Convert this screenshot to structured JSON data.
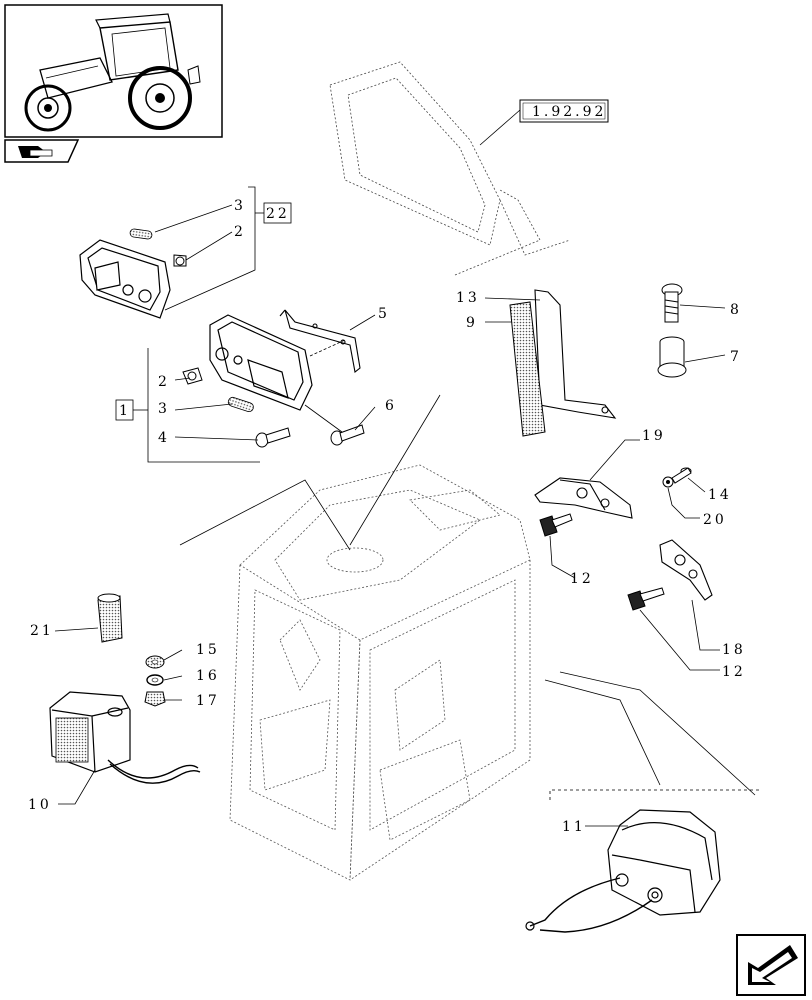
{
  "reference_box": "1.92.92",
  "callouts": {
    "c1": "1",
    "c2a": "2",
    "c2b": "2",
    "c3a": "3",
    "c3b": "3",
    "c4": "4",
    "c5": "5",
    "c6": "6",
    "c7": "7",
    "c8": "8",
    "c9": "9",
    "c10": "10",
    "c11": "11",
    "c12a": "12",
    "c12b": "12",
    "c13": "13",
    "c14": "14",
    "c15": "15",
    "c16": "16",
    "c17": "17",
    "c18": "18",
    "c19": "19",
    "c20": "20",
    "c21": "21",
    "c22": "22"
  },
  "icons": {
    "thumbnail": "tractor-thumbnail-icon",
    "section": "section-tab-icon",
    "nav": "next-page-arrow-icon"
  }
}
